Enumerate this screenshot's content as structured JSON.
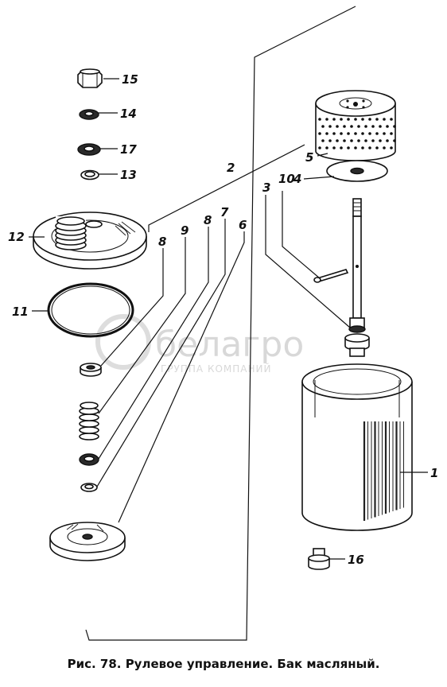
{
  "caption": "Рис. 78. Рулевое управление. Бак масляный.",
  "watermark": {
    "brand": "белагро",
    "subtitle": "ГРУППА КОМПАНИЙ"
  },
  "callouts": {
    "c1": "1",
    "c2": "2",
    "c3": "3",
    "c4": "4",
    "c5": "5",
    "c6": "6",
    "c7": "7",
    "c8a": "8",
    "c8b": "8",
    "c9": "9",
    "c10": "10",
    "c11": "11",
    "c12": "12",
    "c13": "13",
    "c14": "14",
    "c15": "15",
    "c16": "16",
    "c17": "17"
  }
}
